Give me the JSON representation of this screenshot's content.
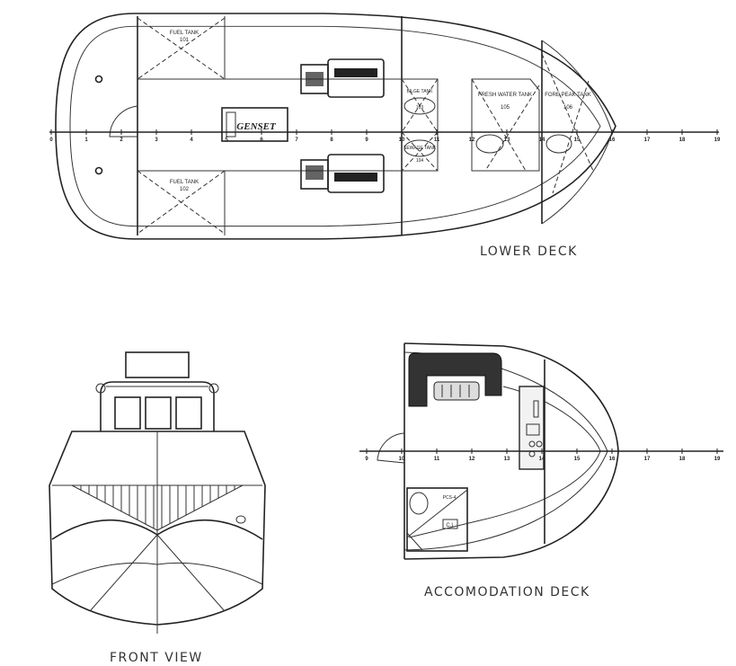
{
  "lower_deck": {
    "title": "LOWER DECK",
    "tanks": [
      {
        "name": "FUEL TANK",
        "id": "101"
      },
      {
        "name": "FUEL TANK",
        "id": "102"
      },
      {
        "name": "BILGE TANK",
        "id": "103"
      },
      {
        "name": "SEWAGE TANK",
        "id": "104"
      },
      {
        "name": "FRESH WATER TANK",
        "id": "105"
      },
      {
        "name": "FORE PEAK TANK",
        "id": "106"
      }
    ],
    "genset_label": "GENSET",
    "frames": [
      "0",
      "1",
      "2",
      "3",
      "4",
      "5",
      "6",
      "7",
      "8",
      "9",
      "10",
      "11",
      "12",
      "13",
      "14",
      "15",
      "16",
      "17",
      "18",
      "19"
    ]
  },
  "accommodation_deck": {
    "title": "ACCOMODATION DECK",
    "frames": [
      "9",
      "10",
      "11",
      "12",
      "13",
      "14",
      "15",
      "16",
      "17",
      "18",
      "19"
    ],
    "labels": {
      "pcs": "PCS-4",
      "cl": "C.L"
    }
  },
  "front_view": {
    "title": "FRONT VIEW"
  }
}
